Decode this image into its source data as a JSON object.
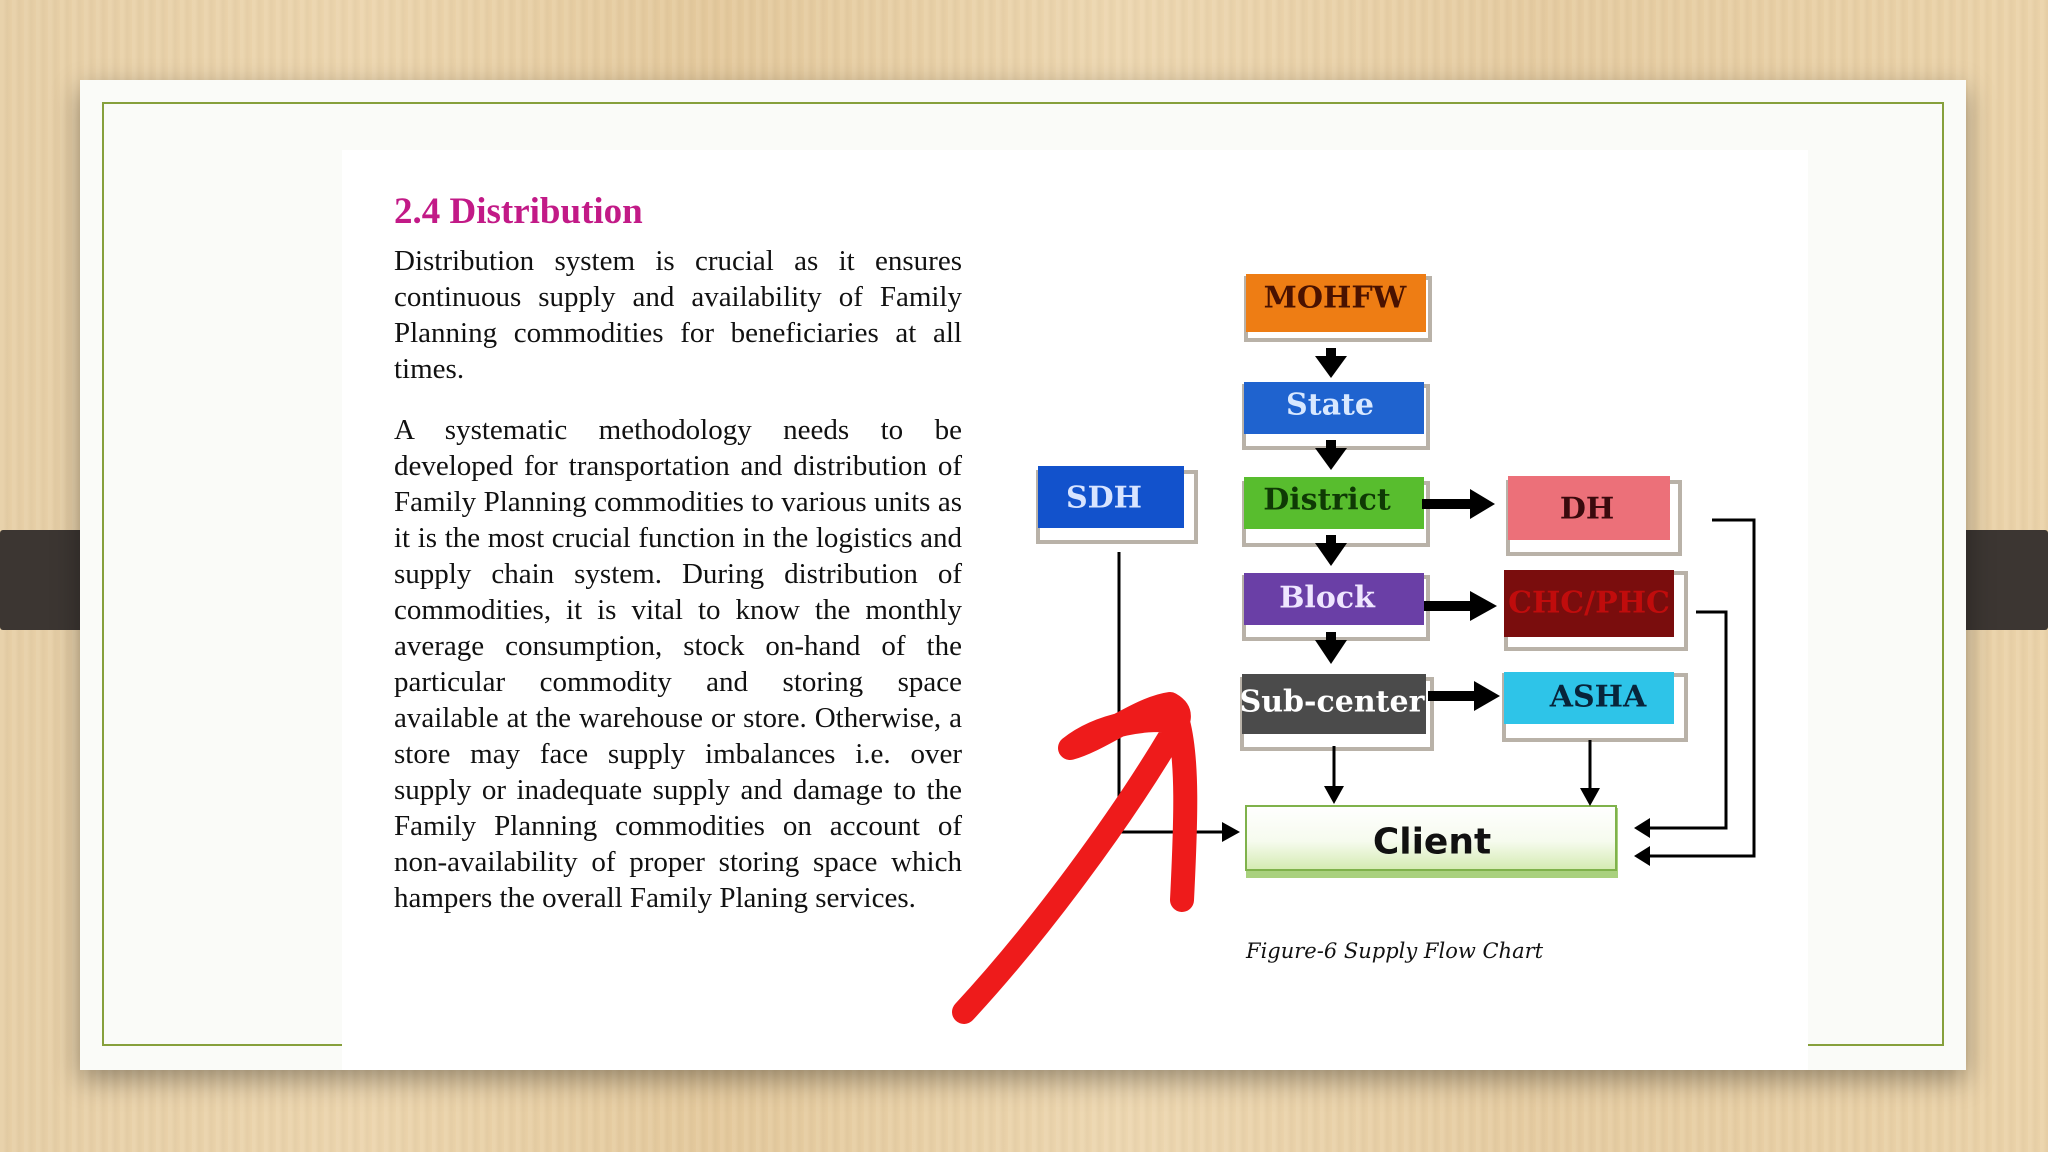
{
  "section": {
    "heading": "2.4 Distribution",
    "paragraph1": "Distribution system is crucial as it ensures continuous supply and availability of Family Planning commodities for beneficiaries at all times.",
    "paragraph2": "A systematic methodology needs to be developed for transportation and distribution of Family Planning commodities to various units as it is the most crucial function in the logistics and supply chain system. During distribution of commodities, it is vital to know the monthly average consumption, stock on-hand of the particular commodity and storing space available at the warehouse or store. Otherwise, a store may face supply imbalances i.e. over supply or inadequate supply and damage to the Family Planning commodities on account of non-availability of proper storing space which hampers the overall Family Planing services."
  },
  "flowchart": {
    "nodes": {
      "mohfw": "MOHFW",
      "state": "State",
      "district": "District",
      "block": "Block",
      "subcenter": "Sub-center",
      "sdh": "SDH",
      "dh": "DH",
      "chc_phc": "CHC/PHC",
      "asha": "ASHA",
      "client": "Client"
    },
    "caption": "Figure-6 Supply Flow Chart",
    "colors": {
      "mohfw": "#ee7d14",
      "state": "#1f63cf",
      "district": "#58bd2e",
      "block": "#6a3fa6",
      "subcenter": "#4b4b4b",
      "sdh": "#1252cc",
      "dh": "#ec7079",
      "chc_phc": "#7a0d0d",
      "asha": "#2ec4e8",
      "annotation_arrow": "#ee1b1b"
    }
  }
}
